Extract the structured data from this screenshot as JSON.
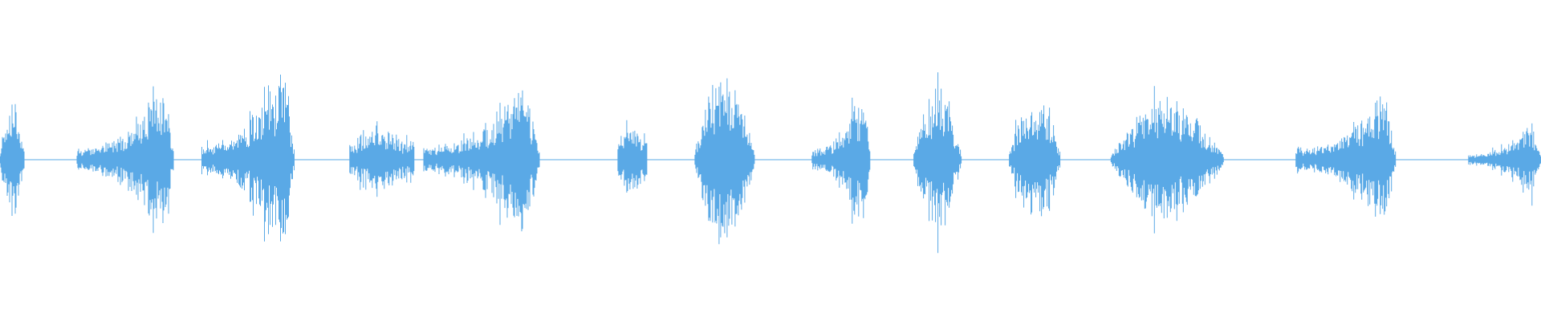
{
  "waveform": {
    "color": "#5aa9e6",
    "segments": [
      {
        "start": 0.0,
        "end": 0.016,
        "peak": 0.38,
        "shape": "rise-fall"
      },
      {
        "start": 0.05,
        "end": 0.113,
        "peak": 0.48,
        "shape": "crescendo"
      },
      {
        "start": 0.131,
        "end": 0.191,
        "peak": 0.58,
        "shape": "crescendo"
      },
      {
        "start": 0.227,
        "end": 0.269,
        "peak": 0.2,
        "shape": "flat"
      },
      {
        "start": 0.275,
        "end": 0.35,
        "peak": 0.5,
        "shape": "crescendo"
      },
      {
        "start": 0.401,
        "end": 0.42,
        "peak": 0.25,
        "shape": "flat"
      },
      {
        "start": 0.451,
        "end": 0.49,
        "peak": 0.55,
        "shape": "rise-fall"
      },
      {
        "start": 0.527,
        "end": 0.565,
        "peak": 0.45,
        "shape": "crescendo"
      },
      {
        "start": 0.593,
        "end": 0.624,
        "peak": 0.45,
        "shape": "rise-fall"
      },
      {
        "start": 0.655,
        "end": 0.688,
        "peak": 0.42,
        "shape": "rise-fall"
      },
      {
        "start": 0.721,
        "end": 0.794,
        "peak": 0.38,
        "shape": "rise-fall"
      },
      {
        "start": 0.841,
        "end": 0.906,
        "peak": 0.45,
        "shape": "crescendo"
      },
      {
        "start": 0.953,
        "end": 1.0,
        "peak": 0.22,
        "shape": "crescendo"
      }
    ]
  }
}
